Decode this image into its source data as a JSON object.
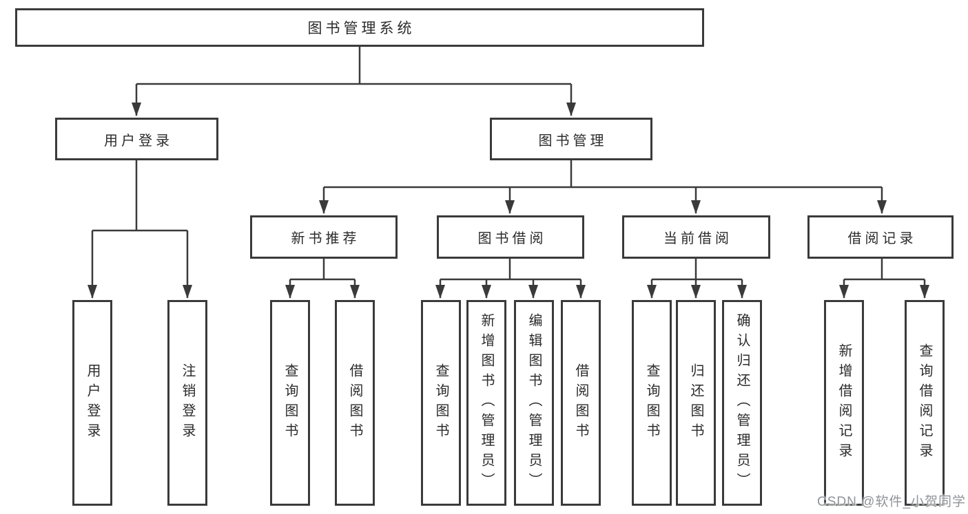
{
  "diagram_title": "图书管理系统",
  "watermark": {
    "text": "CSDN @软件_小贺同学"
  },
  "colors": {
    "line": "#3a3a3a",
    "box_border": "#3a3a3a",
    "text": "#2b2b2b",
    "background": "#ffffff",
    "watermark": "#8f9398"
  },
  "tree": {
    "label": "图书管理系统",
    "children": [
      {
        "label": "用户登录",
        "children": [
          {
            "label": "用户登录"
          },
          {
            "label": "注销登录"
          }
        ]
      },
      {
        "label": "图书管理",
        "children": [
          {
            "label": "新书推荐",
            "children": [
              {
                "label": "查询图书"
              },
              {
                "label": "借阅图书"
              }
            ]
          },
          {
            "label": "图书借阅",
            "children": [
              {
                "label": "查询图书"
              },
              {
                "label": "新增图书（管理员）"
              },
              {
                "label": "编辑图书（管理员）"
              },
              {
                "label": "借阅图书"
              }
            ]
          },
          {
            "label": "当前借阅",
            "children": [
              {
                "label": "查询图书"
              },
              {
                "label": "归还图书"
              },
              {
                "label": "确认归还（管理员）"
              }
            ]
          },
          {
            "label": "借阅记录",
            "children": [
              {
                "label": "新增借阅记录"
              },
              {
                "label": "查询借阅记录"
              }
            ]
          }
        ]
      }
    ]
  }
}
